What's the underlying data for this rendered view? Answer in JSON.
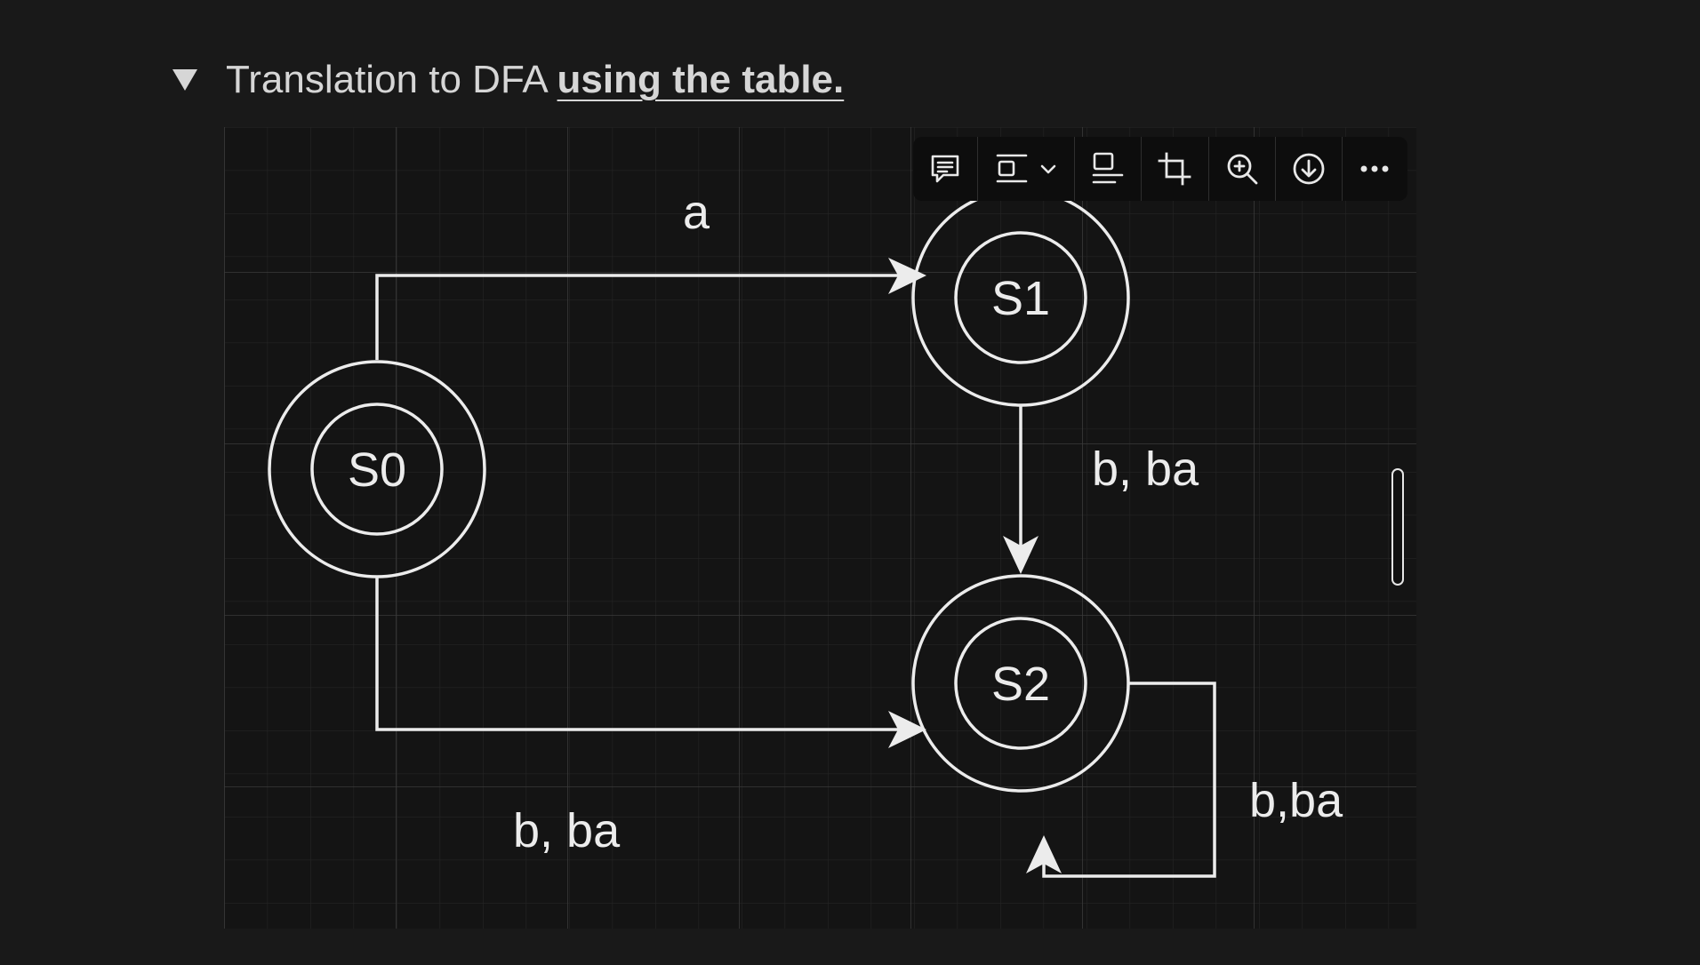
{
  "heading": {
    "text_plain": "Translation to DFA ",
    "text_strong": "using the table."
  },
  "diagram": {
    "states": [
      {
        "id": "S0",
        "label": "S0",
        "accepting": true
      },
      {
        "id": "S1",
        "label": "S1",
        "accepting": true
      },
      {
        "id": "S2",
        "label": "S2",
        "accepting": true
      }
    ],
    "transitions": [
      {
        "from": "S0",
        "to": "S1",
        "label": "a"
      },
      {
        "from": "S1",
        "to": "S2",
        "label": "b, ba"
      },
      {
        "from": "S0",
        "to": "S2",
        "label": "b, ba"
      },
      {
        "from": "S2",
        "to": "S2",
        "label": "b,ba"
      }
    ]
  },
  "toolbar": {
    "buttons": [
      "comment-icon",
      "align-icon",
      "caption-icon",
      "crop-icon",
      "zoom-in-icon",
      "download-icon",
      "more-icon"
    ]
  },
  "colors": {
    "page_bg": "#191919",
    "canvas_bg": "#141414",
    "grid": "#2c2c2c",
    "stroke": "#ececec",
    "text": "#d6d6d6"
  }
}
